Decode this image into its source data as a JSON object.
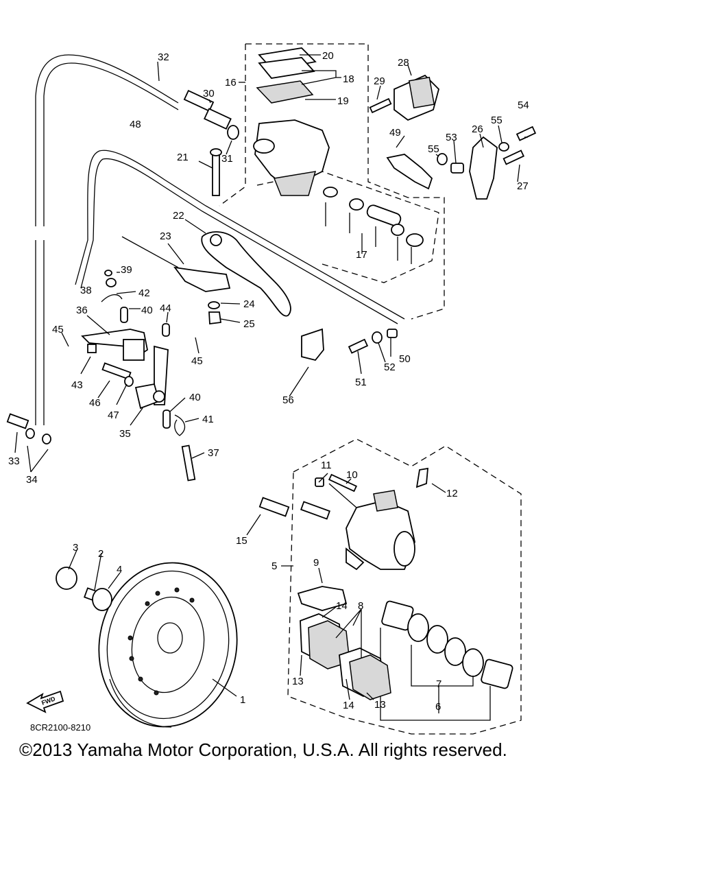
{
  "diagram_code": "8CR2100-8210",
  "copyright": "©2013 Yamaha Motor Corporation, U.S.A. All rights reserved.",
  "fwd_arrow_label": "FWD",
  "callouts": {
    "c1": "1",
    "c2": "2",
    "c3": "3",
    "c4": "4",
    "c5": "5",
    "c6": "6",
    "c7": "7",
    "c8": "8",
    "c9": "9",
    "c10": "10",
    "c11": "11",
    "c12": "12",
    "c13a": "13",
    "c13b": "13",
    "c14a": "14",
    "c14b": "14",
    "c15": "15",
    "c16": "16",
    "c17": "17",
    "c18": "18",
    "c19": "19",
    "c20": "20",
    "c21": "21",
    "c22": "22",
    "c23": "23",
    "c24": "24",
    "c25": "25",
    "c26": "26",
    "c27": "27",
    "c28": "28",
    "c29": "29",
    "c30": "30",
    "c31": "31",
    "c32": "32",
    "c33": "33",
    "c34": "34",
    "c35": "35",
    "c36": "36",
    "c37": "37",
    "c38": "38",
    "c39": "39",
    "c40a": "40",
    "c40b": "40",
    "c41": "41",
    "c42": "42",
    "c43": "43",
    "c44": "44",
    "c45a": "45",
    "c45b": "45",
    "c46": "46",
    "c47": "47",
    "c48": "48",
    "c49": "49",
    "c50": "50",
    "c51": "51",
    "c52": "52",
    "c53": "53",
    "c54": "54",
    "c55a": "55",
    "c55b": "55",
    "c56": "56"
  }
}
